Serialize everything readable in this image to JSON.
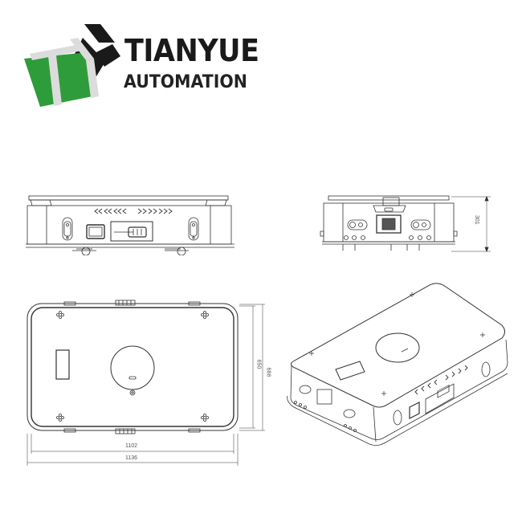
{
  "logo": {
    "brand_line1": "TIANYUE",
    "brand_line2": "AUTOMATION",
    "colors": {
      "green": "#2e9c3a",
      "black": "#1a1a1a",
      "gray": "#d9d9d9"
    }
  },
  "drawing": {
    "views": [
      {
        "name": "front-view",
        "description": "Side elevation with chevron arrows, handles, display and connector panel"
      },
      {
        "name": "side-view",
        "description": "End elevation with charging port and sockets"
      },
      {
        "name": "top-view",
        "description": "Plan view with rotating lift disk and corner mounting holes"
      },
      {
        "name": "isometric-view",
        "description": "3D isometric view of AGV robot"
      }
    ],
    "dimensions": {
      "side_height": "301",
      "top_inner_height": "650",
      "top_outer_height": "686",
      "top_inner_width": "1102",
      "top_outer_width": "1136"
    },
    "line_color": "#333333"
  }
}
